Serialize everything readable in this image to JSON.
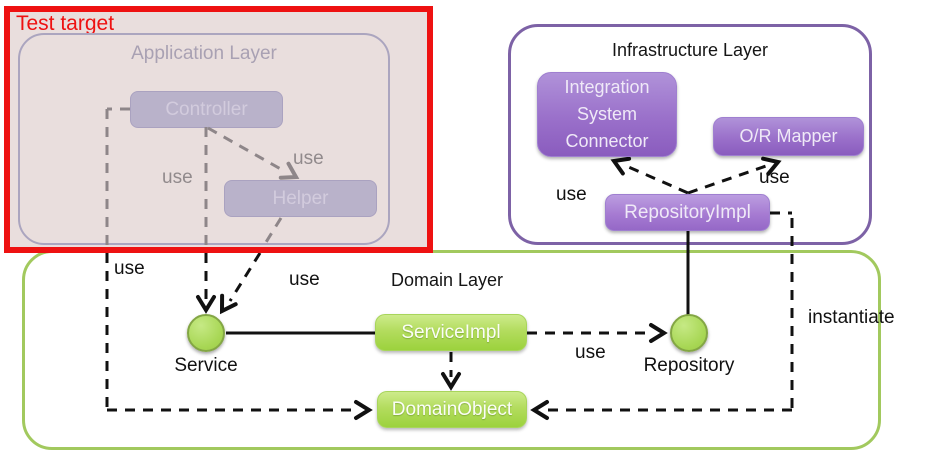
{
  "diagram": {
    "test_target": {
      "label": "Test target"
    },
    "app": {
      "title": "Application Layer",
      "controller": "Controller",
      "helper": "Helper",
      "use_controller_service": "use",
      "use_controller_helper": "use"
    },
    "infra": {
      "title": "Infrastructure Layer",
      "integration_connector_line1": "Integration",
      "integration_connector_line2": "System",
      "integration_connector_line3": "Connector",
      "or_mapper": "O/R Mapper",
      "repository_impl": "RepositoryImpl",
      "use_connector": "use",
      "use_mapper": "use"
    },
    "domain": {
      "title": "Domain Layer",
      "service": "Service",
      "service_impl": "ServiceImpl",
      "repository": "Repository",
      "domain_object": "DomainObject",
      "use_to_domainobject": "use",
      "use_helper_service": "use",
      "use_serviceimpl_repository": "use",
      "instantiate_label": "instantiate"
    },
    "colors": {
      "test_target_red": "#ee1111",
      "infrastructure_purple": "#7d62a6",
      "domain_green": "#a2c95e",
      "node_green": "#9cd23d",
      "node_purple": "#9a70ca",
      "faded_lavender": "#b9b2ca"
    }
  }
}
